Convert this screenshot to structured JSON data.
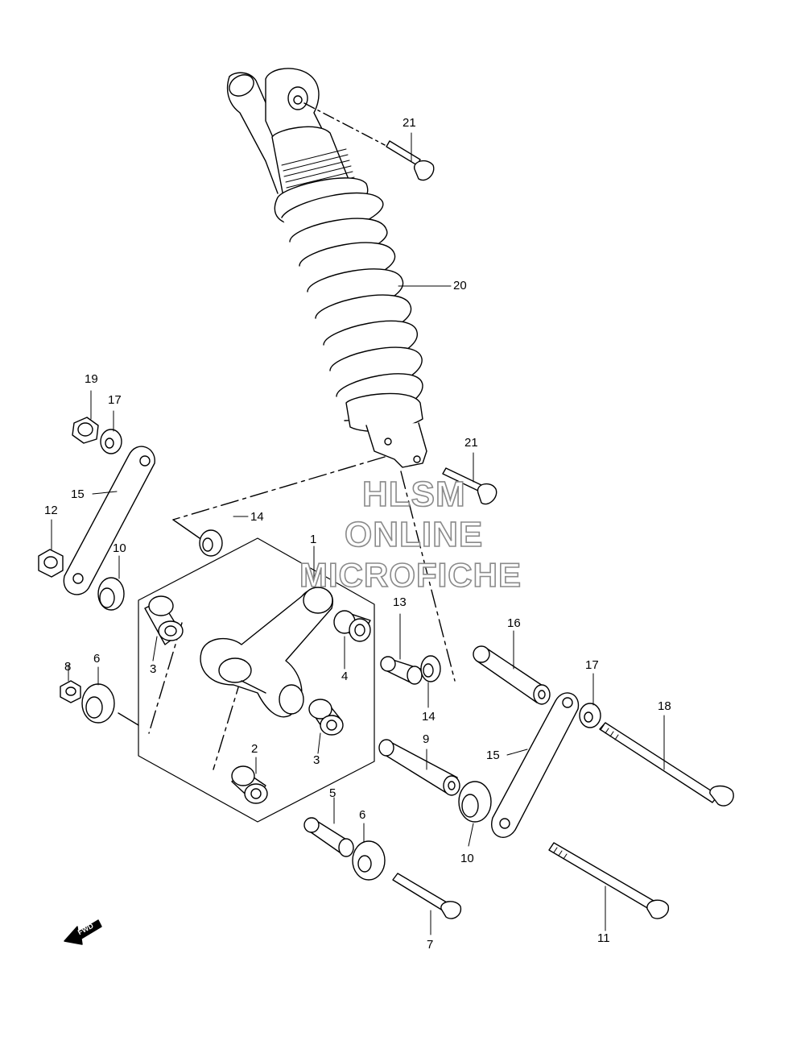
{
  "callouts": {
    "c1": "1",
    "c2": "2",
    "c3a": "3",
    "c3b": "3",
    "c4": "4",
    "c5": "5",
    "c6a": "6",
    "c6b": "6",
    "c7": "7",
    "c8": "8",
    "c9": "9",
    "c10a": "10",
    "c10b": "10",
    "c11": "11",
    "c12": "12",
    "c13": "13",
    "c14a": "14",
    "c14b": "14",
    "c15a": "15",
    "c15b": "15",
    "c16": "16",
    "c17a": "17",
    "c17b": "17",
    "c18": "18",
    "c19": "19",
    "c20": "20",
    "c21a": "21",
    "c21b": "21"
  },
  "watermark": {
    "line1": "HLSM",
    "line2": "ONLINE",
    "line3": "MICROFICHE"
  },
  "fwd_label": "FWD",
  "colors": {
    "line": "#000000",
    "watermark_outline": "#8a8a8a",
    "background": "#ffffff"
  }
}
